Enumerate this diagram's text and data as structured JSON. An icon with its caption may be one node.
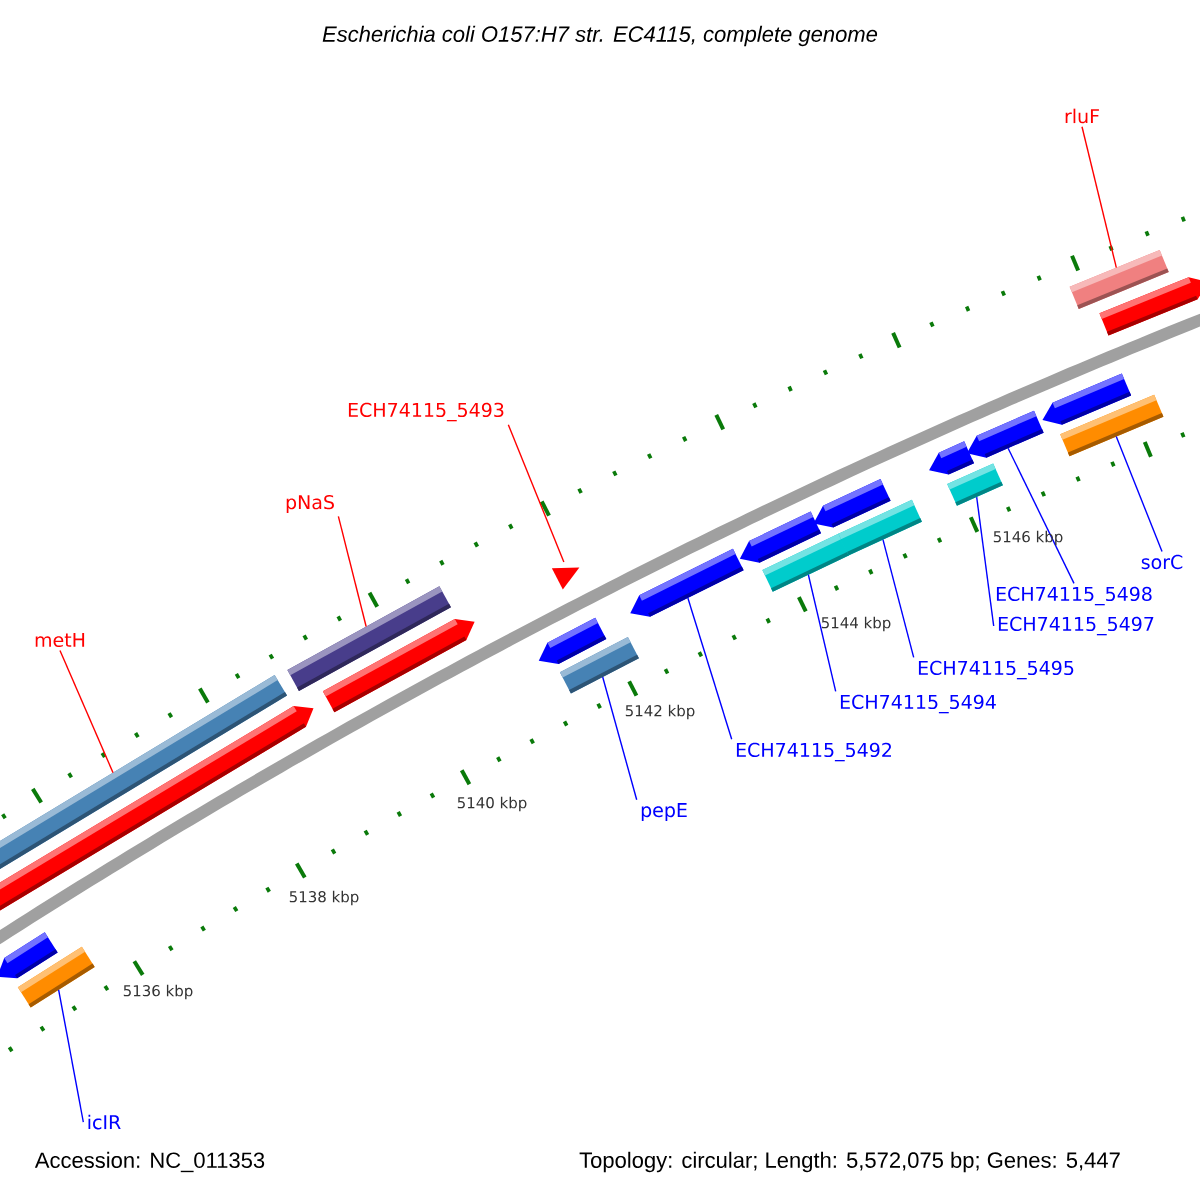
{
  "diagram": {
    "title": "Escherichia coli O157:H7 str. EC4115, complete genome",
    "nodes": [
      {
        "text": [
          "rluF"
        ]
      },
      {
        "text": [
          "ECH74115_5493"
        ]
      },
      {
        "text": [
          "pNaS"
        ]
      },
      {
        "text": [
          "metH"
        ]
      },
      {
        "text": [
          "sorC"
        ]
      },
      {
        "text": [
          "ECH74115_5498"
        ]
      },
      {
        "text": [
          "ECH74115_5497"
        ]
      },
      {
        "text": [
          "ECH74115_5495"
        ]
      },
      {
        "text": [
          "ECH74115_5494"
        ]
      },
      {
        "text": [
          "ECH74115_5492"
        ]
      },
      {
        "text": [
          "pepE"
        ]
      },
      {
        "text": [
          "icIR"
        ]
      },
      {
        "text": [],
        "shape": "bar"
      },
      {
        "text": [],
        "shape": "triangle"
      },
      {
        "text": [],
        "shape": "bar"
      },
      {
        "text": [],
        "shape": "bar"
      },
      {
        "text": [],
        "shape": "bar"
      },
      {
        "text": [],
        "shape": "arrow"
      },
      {
        "text": [],
        "shape": "bar"
      },
      {
        "text": [],
        "shape": "bar"
      },
      {
        "text": [],
        "shape": "bar"
      },
      {
        "text": [],
        "shape": "arrow"
      },
      {
        "text": [],
        "shape": "bar"
      },
      {
        "text": [],
        "shape": "bar"
      }
    ],
    "edges": [
      {
        "from": 0,
        "to": 12,
        "arrow": "none",
        "color": "#ff0000"
      },
      {
        "from": 1,
        "to": 13,
        "arrow": "none",
        "color": "#ff0000"
      },
      {
        "from": 2,
        "to": 14,
        "arrow": "none",
        "color": "#ff0000"
      },
      {
        "from": 3,
        "to": 15,
        "arrow": "none",
        "color": "#ff0000"
      },
      {
        "from": 4,
        "to": 16,
        "arrow": "none"
      },
      {
        "from": 5,
        "to": 17,
        "arrow": "none"
      },
      {
        "from": 6,
        "to": 18,
        "arrow": "none"
      },
      {
        "from": 7,
        "to": 19,
        "arrow": "none"
      },
      {
        "from": 8,
        "to": 20,
        "arrow": "none"
      },
      {
        "from": 9,
        "to": 21,
        "arrow": "none"
      },
      {
        "from": 10,
        "to": 22,
        "arrow": "none"
      },
      {
        "from": 11,
        "to": 23,
        "arrow": "none"
      }
    ],
    "labels": [
      "5146 kbp",
      "5144 kbp",
      "5142 kbp",
      "5140 kbp",
      "5138 kbp",
      "5136 kbp",
      "Accession: NC_011353",
      "Topology: circular; Length: 5,572,075 bp; Genes: 5,447"
    ]
  }
}
